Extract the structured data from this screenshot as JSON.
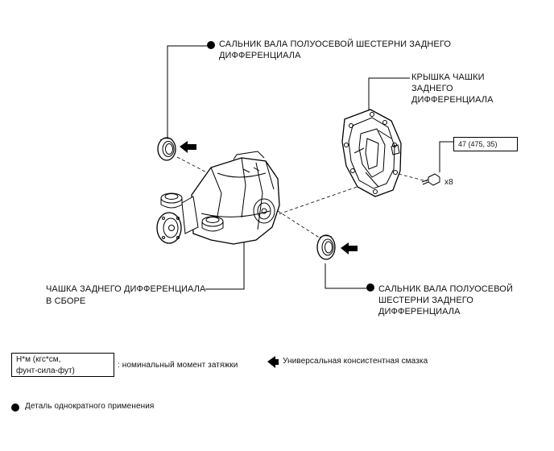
{
  "labels": {
    "seal_top_line1": "САЛЬНИК ВАЛА ПОЛУОСЕВОЙ ШЕСТЕРНИ ЗАДНЕГО",
    "seal_top_line2": "ДИФФЕРЕНЦИАЛА",
    "cover_line1": "КРЫШКА ЧАШКИ",
    "cover_line2": "ЗАДНЕГО",
    "cover_line3": "ДИФФЕРЕНЦИАЛА",
    "torque_value": "47 (475, 35)",
    "bolt_count": "x8",
    "carrier_line1": "ЧАШКА ЗАДНЕГО ДИФФЕРЕНЦИАЛА",
    "carrier_line2": "В СБОРЕ",
    "seal_bottom_line1": "САЛЬНИК ВАЛА ПОЛУОСЕВОЙ",
    "seal_bottom_line2": "ШЕСТЕРНИ ЗАДНЕГО",
    "seal_bottom_line3": "ДИФФЕРЕНЦИАЛА"
  },
  "legend": {
    "unit_line1": "Н*м (кгс*см,",
    "unit_line2": "фунт-сила-фут)",
    "torque_desc": ": номинальный момент затяжки",
    "grease_desc": "Универсальная консистентная смазка",
    "single_use_desc": "Деталь однократного применения"
  },
  "icons": [
    "non-reusable-dot-icon",
    "grease-arrow-icon"
  ]
}
